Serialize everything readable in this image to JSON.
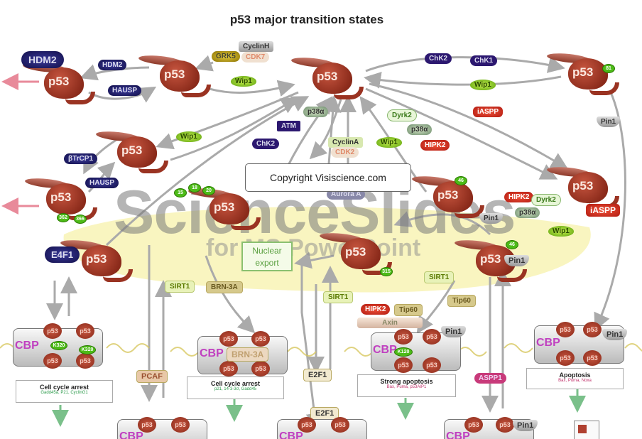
{
  "title": "p53 major transition states",
  "copyright": "Copyright Visiscience.com",
  "watermark": {
    "line1": "ScienceSlides",
    "line2": "for MS PowerPoint"
  },
  "p53_label": "p53",
  "proteins": {
    "hdm2": "HDM2",
    "hausp": "HAUSP",
    "grk5": "GRK5",
    "cyclinh": "CyclinH",
    "cdk7": "CDK7",
    "wip1": "Wip1",
    "p38a": "p38α",
    "atm": "ATM",
    "chk2": "ChK2",
    "chk1": "ChK1",
    "cyclina": "CyclinA",
    "cdk2": "CDK2",
    "dyrk2": "Dyrk2",
    "hipk2": "HIPK2",
    "iaspp": "iASPP",
    "pin1": "Pin1",
    "btrcp1": "βTrCP1",
    "aurora": "Aurora A",
    "e4f1": "E4F1",
    "sirt1": "SIRT1",
    "brn3a": "BRN-3A",
    "tip60": "Tip60",
    "axin": "Axin",
    "pcaf": "PCAF",
    "e2f1": "E2F1",
    "aspp1": "ASPP1",
    "cbp": "CBP",
    "k320": "K320",
    "k120": "K120"
  },
  "nuclear_export": {
    "line1": "Nuclear",
    "line2": "export"
  },
  "sites": {
    "s15": "15",
    "s18": "18",
    "s20": "20",
    "s46": "46",
    "s81": "81",
    "s362": "362",
    "s366": "366",
    "s315": "315"
  },
  "outcomes": [
    {
      "title": "Cell cycle arrest",
      "genes": "Gadd45a, P21, CyclinG1"
    },
    {
      "title": "Cell cycle arrest",
      "genes": "p21, 14-3-3σ, Gadd45"
    },
    {
      "title": "Strong apoptosis",
      "genes": "Bax, Puma, p53AIP1"
    },
    {
      "title": "Apoptosis",
      "genes": "Bax, Puma, Noxa"
    }
  ],
  "colors": {
    "p53": "#a8392a",
    "arrow": "#aaaaaa",
    "export_arrow": "#e88a9a",
    "outcome_arrow": "#7ac08a",
    "band": "#f6f0a0"
  }
}
